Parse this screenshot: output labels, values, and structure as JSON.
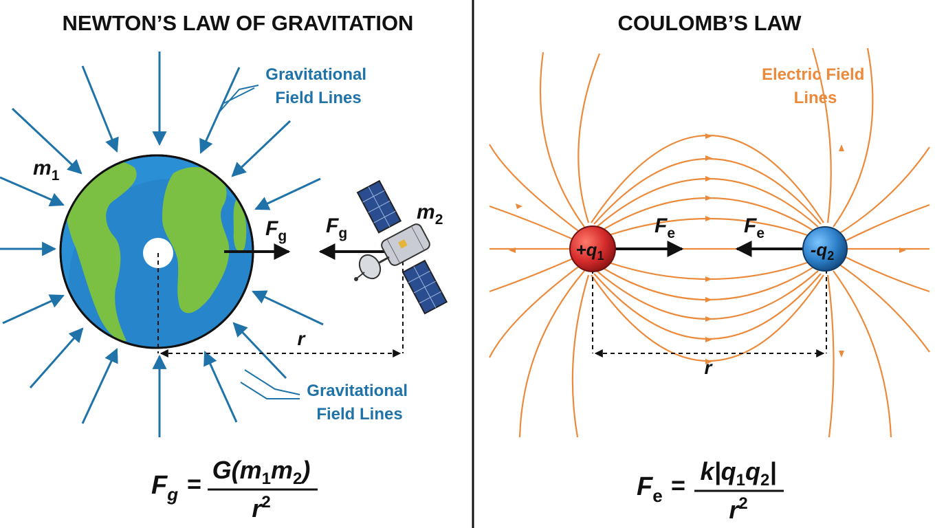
{
  "left_panel": {
    "title": "NEWTON’S LAW OF GRAVITATION",
    "field_label_top": [
      "Gravitational",
      "Field Lines"
    ],
    "field_label_bottom": [
      "Gravitational",
      "Field Lines"
    ],
    "mass_1": {
      "base": "m",
      "sub": "1"
    },
    "mass_2": {
      "base": "m",
      "sub": "2"
    },
    "force_earth": {
      "base": "F",
      "sub": "g"
    },
    "force_satellite": {
      "base": "F",
      "sub": "g"
    },
    "distance": "r",
    "formula": {
      "lhs": "F",
      "lhs_sub": "g",
      "num_pre": "G(m",
      "num_s1": "1",
      "num_mid": "m",
      "num_s2": "2",
      "num_post": ")",
      "den": "r",
      "den_sup": "2"
    },
    "colors": {
      "field": "#1f73a8",
      "ocean": "#2b8fd6",
      "land": "#7bc043"
    }
  },
  "right_panel": {
    "title": "COULOMB’S LAW",
    "field_label": [
      "Electric Field",
      "Lines"
    ],
    "charge_1": {
      "base": "+q",
      "sub": "1"
    },
    "charge_2": {
      "base": "-q",
      "sub": "2"
    },
    "force_1": {
      "base": "F",
      "sub": "e"
    },
    "force_2": {
      "base": "F",
      "sub": "e"
    },
    "distance": "r",
    "formula": {
      "lhs": "F",
      "lhs_sub": "e",
      "num_pre": "k|q",
      "num_s1": "1",
      "num_mid": "q",
      "num_s2": "2",
      "num_post": "|",
      "den": "r",
      "den_sup": "2"
    },
    "colors": {
      "field": "#ec8a3c",
      "positive": "#d62c2c",
      "negative": "#2c7fc9"
    }
  }
}
